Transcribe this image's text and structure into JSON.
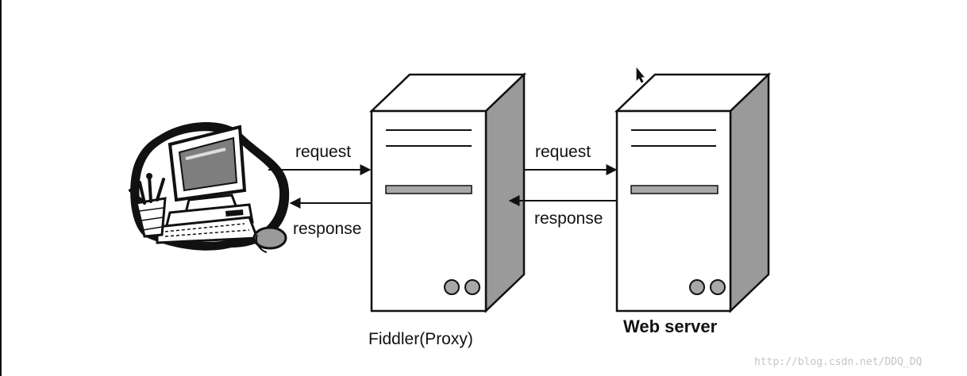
{
  "diagram": {
    "client": {
      "icon": "desktop-computer-icon"
    },
    "proxy": {
      "label": "Fiddler(Proxy)",
      "icon": "server-tower-icon"
    },
    "server": {
      "label": "Web server",
      "icon": "server-tower-icon"
    },
    "client_proxy": {
      "request": "request",
      "response": "response"
    },
    "proxy_server": {
      "request": "request",
      "response": "response"
    }
  },
  "watermark": "http://blog.csdn.net/DDQ_DQ",
  "colors": {
    "ink": "#111111",
    "tower_side": "#9a9a9a",
    "slot": "#a8a8a8",
    "watermark": "#c4c4c4"
  }
}
